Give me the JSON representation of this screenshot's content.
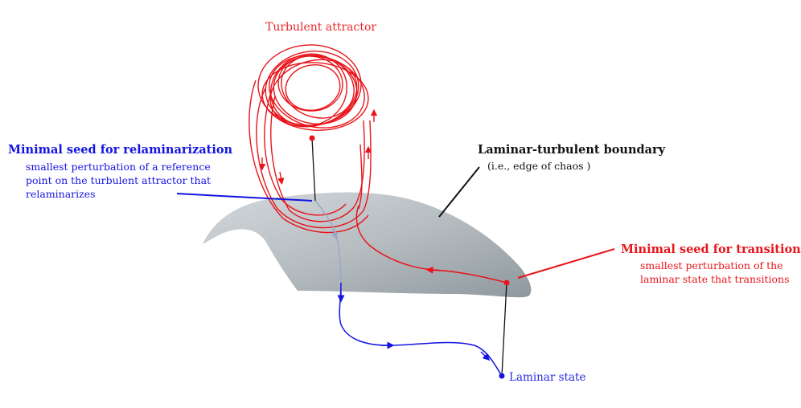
{
  "labels": {
    "turbulent_attractor": "Turbulent attractor",
    "relam_title": "Minimal seed for relaminarization",
    "relam_desc_1": "smallest perturbation of a reference",
    "relam_desc_2": "point on the turbulent attractor that",
    "relam_desc_3": "relaminarizes",
    "boundary_title": "Laminar-turbulent boundary",
    "boundary_sub": "(i.e., edge of chaos )",
    "transition_title": "Minimal seed for transition",
    "transition_desc_1": "smallest perturbation of the",
    "transition_desc_2": "laminar state that transitions",
    "laminar_state": "Laminar state"
  },
  "colors": {
    "red": "#e8141a",
    "blue": "#1414e0",
    "surface_light": "#c9ced2",
    "surface_dark": "#8f9aa0"
  }
}
